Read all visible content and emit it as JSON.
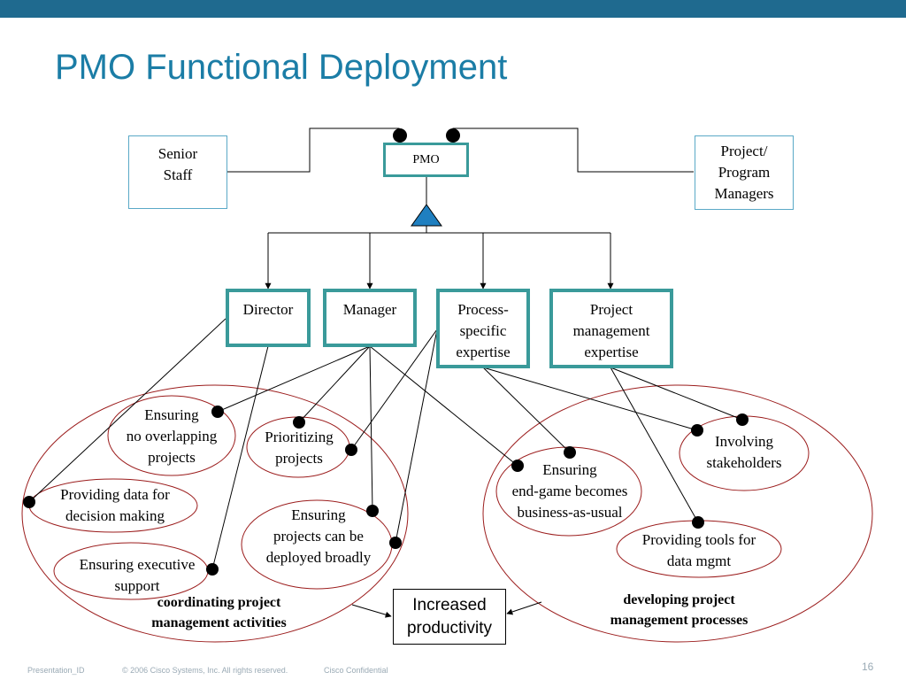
{
  "header": {
    "title": "PMO Functional Deployment"
  },
  "nodes": {
    "senior_staff": "Senior\nStaff",
    "pmo": "PMO",
    "project_program_managers": "Project/\nProgram\nManagers",
    "director": "Director",
    "manager": "Manager",
    "process_specific_expertise": "Process-\nspecific\nexpertise",
    "project_management_expertise": "Project\nmanagement\nexpertise",
    "increased_productivity": "Increased\nproductivity"
  },
  "activities": {
    "no_overlapping": "Ensuring\nno overlapping\nprojects",
    "prioritizing": "Prioritizing\nprojects",
    "providing_data": "Providing data for\ndecision making",
    "deployed_broadly": "Ensuring\nprojects can be\ndeployed broadly",
    "executive_support": "Ensuring executive\nsupport",
    "end_game": "Ensuring\nend-game becomes\nbusiness-as-usual",
    "involving_stakeholders": "Involving\nstakeholders",
    "providing_tools": "Providing tools for\ndata mgmt"
  },
  "groups": {
    "coordinating": "coordinating project\nmanagement activities",
    "developing": "developing project\nmanagement processes"
  },
  "footer": {
    "presentation_id": "Presentation_ID",
    "copyright": "© 2006 Cisco Systems, Inc. All rights reserved.",
    "confidential": "Cisco Confidential",
    "page_number": "16"
  },
  "colors": {
    "topbar": "#1f6a8f",
    "title": "#1b7da6",
    "ellipse_border": "#9b1c1c",
    "thick_box_border": "#3a9a9a",
    "triangle": "#1f7fc0"
  }
}
